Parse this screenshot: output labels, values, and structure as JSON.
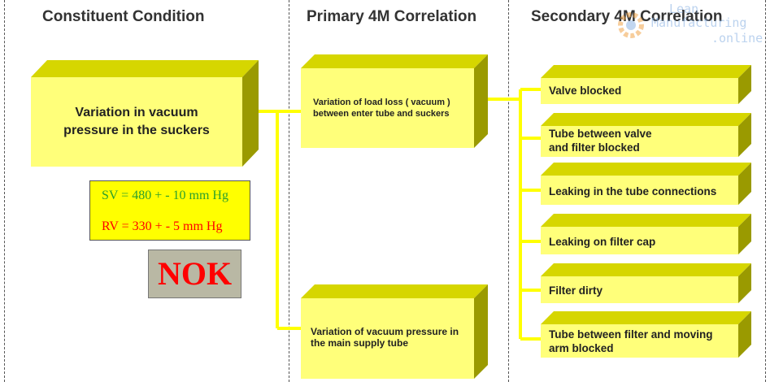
{
  "headers": {
    "col1": "Constituent Condition",
    "col2": "Primary 4M Correlation",
    "col3": "Secondary 4M Correlation"
  },
  "constituent": {
    "condition": "Variation in vacuum pressure in the suckers",
    "sv": "SV = 480 + - 10 mm Hg",
    "rv": "RV = 330 + - 5 mm Hg",
    "status": "NOK",
    "sv_color": "#2ca02c",
    "rv_color": "#ff0000",
    "status_color": "#ff0000"
  },
  "primary": [
    "Variation of load loss ( vacuum ) between enter tube and suckers",
    "Variation of vacuum pressure in the main supply tube"
  ],
  "secondary": [
    "Valve blocked",
    "Tube between valve and filter blocked",
    "Leaking in the tube connections",
    "Leaking on filter cap",
    "Filter dirty",
    "Tube between filter and moving arm blocked"
  ],
  "watermark": {
    "line1": "Lean",
    "line2": "Manufacturing",
    "line3": ".online"
  },
  "colors": {
    "box_face": "#ffff7a",
    "box_top": "#d6d600",
    "box_side": "#9a9a00",
    "connector": "#ffff00"
  }
}
